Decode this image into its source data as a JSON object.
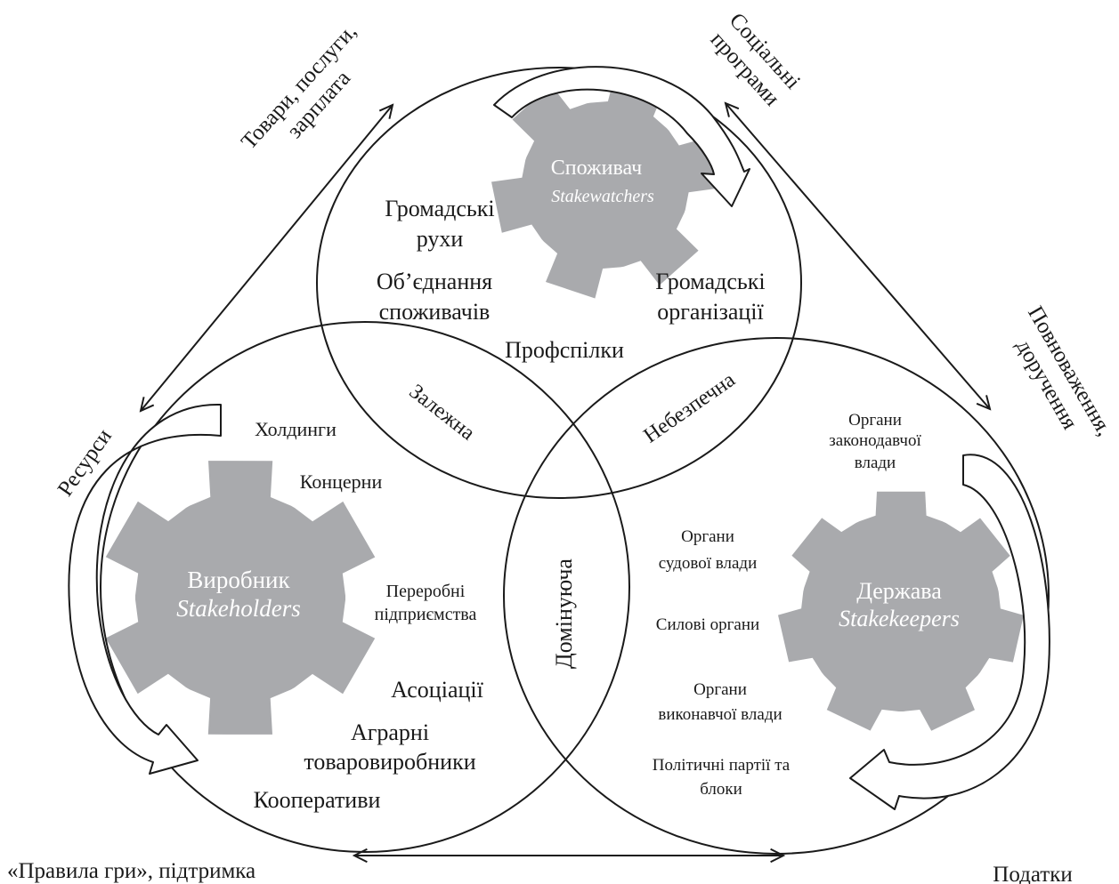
{
  "flows": {
    "goods": [
      "Товари, послуги,",
      "зарплата"
    ],
    "social": [
      "Соціальні",
      "програми"
    ],
    "powers": [
      "Повноваження,",
      "доручення"
    ],
    "resources": "Ресурси",
    "rules": "«Правила гри», підтримка",
    "taxes": "Податки"
  },
  "consumer": {
    "title": "Споживач",
    "subtitle": "Stakewatchers",
    "items": [
      "Громадські",
      "рухи",
      "Об’єднання",
      "споживачів",
      "Громадські",
      "організації"
    ]
  },
  "overlaps": {
    "center": "Профспілки",
    "dependent": "Залежна",
    "dangerous": "Небезпечна",
    "dominant": "Домінуюча"
  },
  "producer": {
    "title": "Виробник",
    "subtitle": "Stakeholders",
    "items": [
      "Холдинги",
      "Концерни",
      "Переробні",
      "підприємства",
      "Асоціації",
      "Аграрні",
      "товаровиробники",
      "Кооперативи"
    ]
  },
  "state": {
    "title": "Держава",
    "subtitle": "Stakekeepers",
    "items": [
      "Органи",
      "законодавчої",
      "влади",
      "Органи",
      "судової влади",
      "Силові органи",
      "Органи",
      "виконавчої влади",
      "Політичні партії та",
      "блоки"
    ]
  },
  "colors": {
    "gear": "#a9aaad",
    "line": "#1a1a1a"
  }
}
